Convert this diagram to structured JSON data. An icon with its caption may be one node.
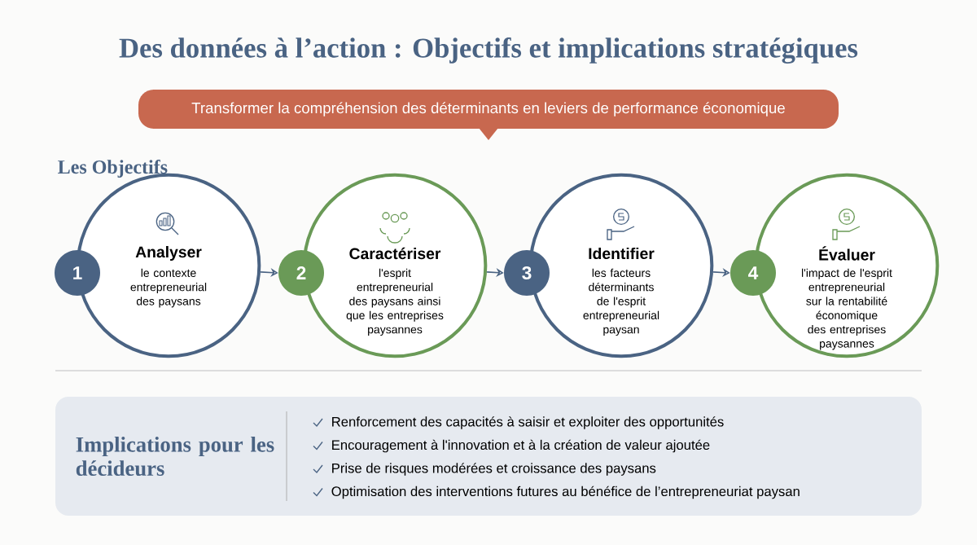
{
  "diagram": {
    "title": "Des données à l’action : Objectifs et implications stratégiques",
    "nodes": [
      {
        "text": [
          "Transformer la compréhension des déterminants en leviers de performance économique"
        ]
      },
      {
        "text": [
          "Analyser",
          "le contexte entrepreneurial des paysans"
        ]
      },
      {
        "text": [
          "Caractériser",
          "l'esprit entrepreneurial des paysans ainsi que les entreprises paysannes"
        ]
      },
      {
        "text": [
          "Identifier",
          "les facteurs déterminants de l'esprit entrepreneurial paysan"
        ]
      },
      {
        "text": [
          "Évaluer",
          "l'impact de l'esprit entrepreneurial sur la rentabilité économique des entreprises paysannes"
        ]
      },
      {
        "text": [
          "1"
        ]
      },
      {
        "text": [
          "2"
        ]
      },
      {
        "text": [
          "3"
        ]
      },
      {
        "text": [
          "4"
        ]
      },
      {
        "text": [
          "Implications pour les décideurs",
          "Renforcement des capacités à saisir et exploiter des opportunités",
          "Encouragement à l'innovation et à la création de valeur ajoutée",
          "Prise de risques modérées et croissance des paysans",
          "Optimisation des interventions futures au bénéfice de l’entrepreneuriat paysan"
        ]
      }
    ],
    "edges": [
      {
        "from": 1,
        "to": 6,
        "arrow": "to"
      },
      {
        "from": 2,
        "to": 7,
        "arrow": "to"
      },
      {
        "from": 3,
        "to": 8,
        "arrow": "to"
      }
    ],
    "labels": [
      "Les Objectifs"
    ]
  }
}
